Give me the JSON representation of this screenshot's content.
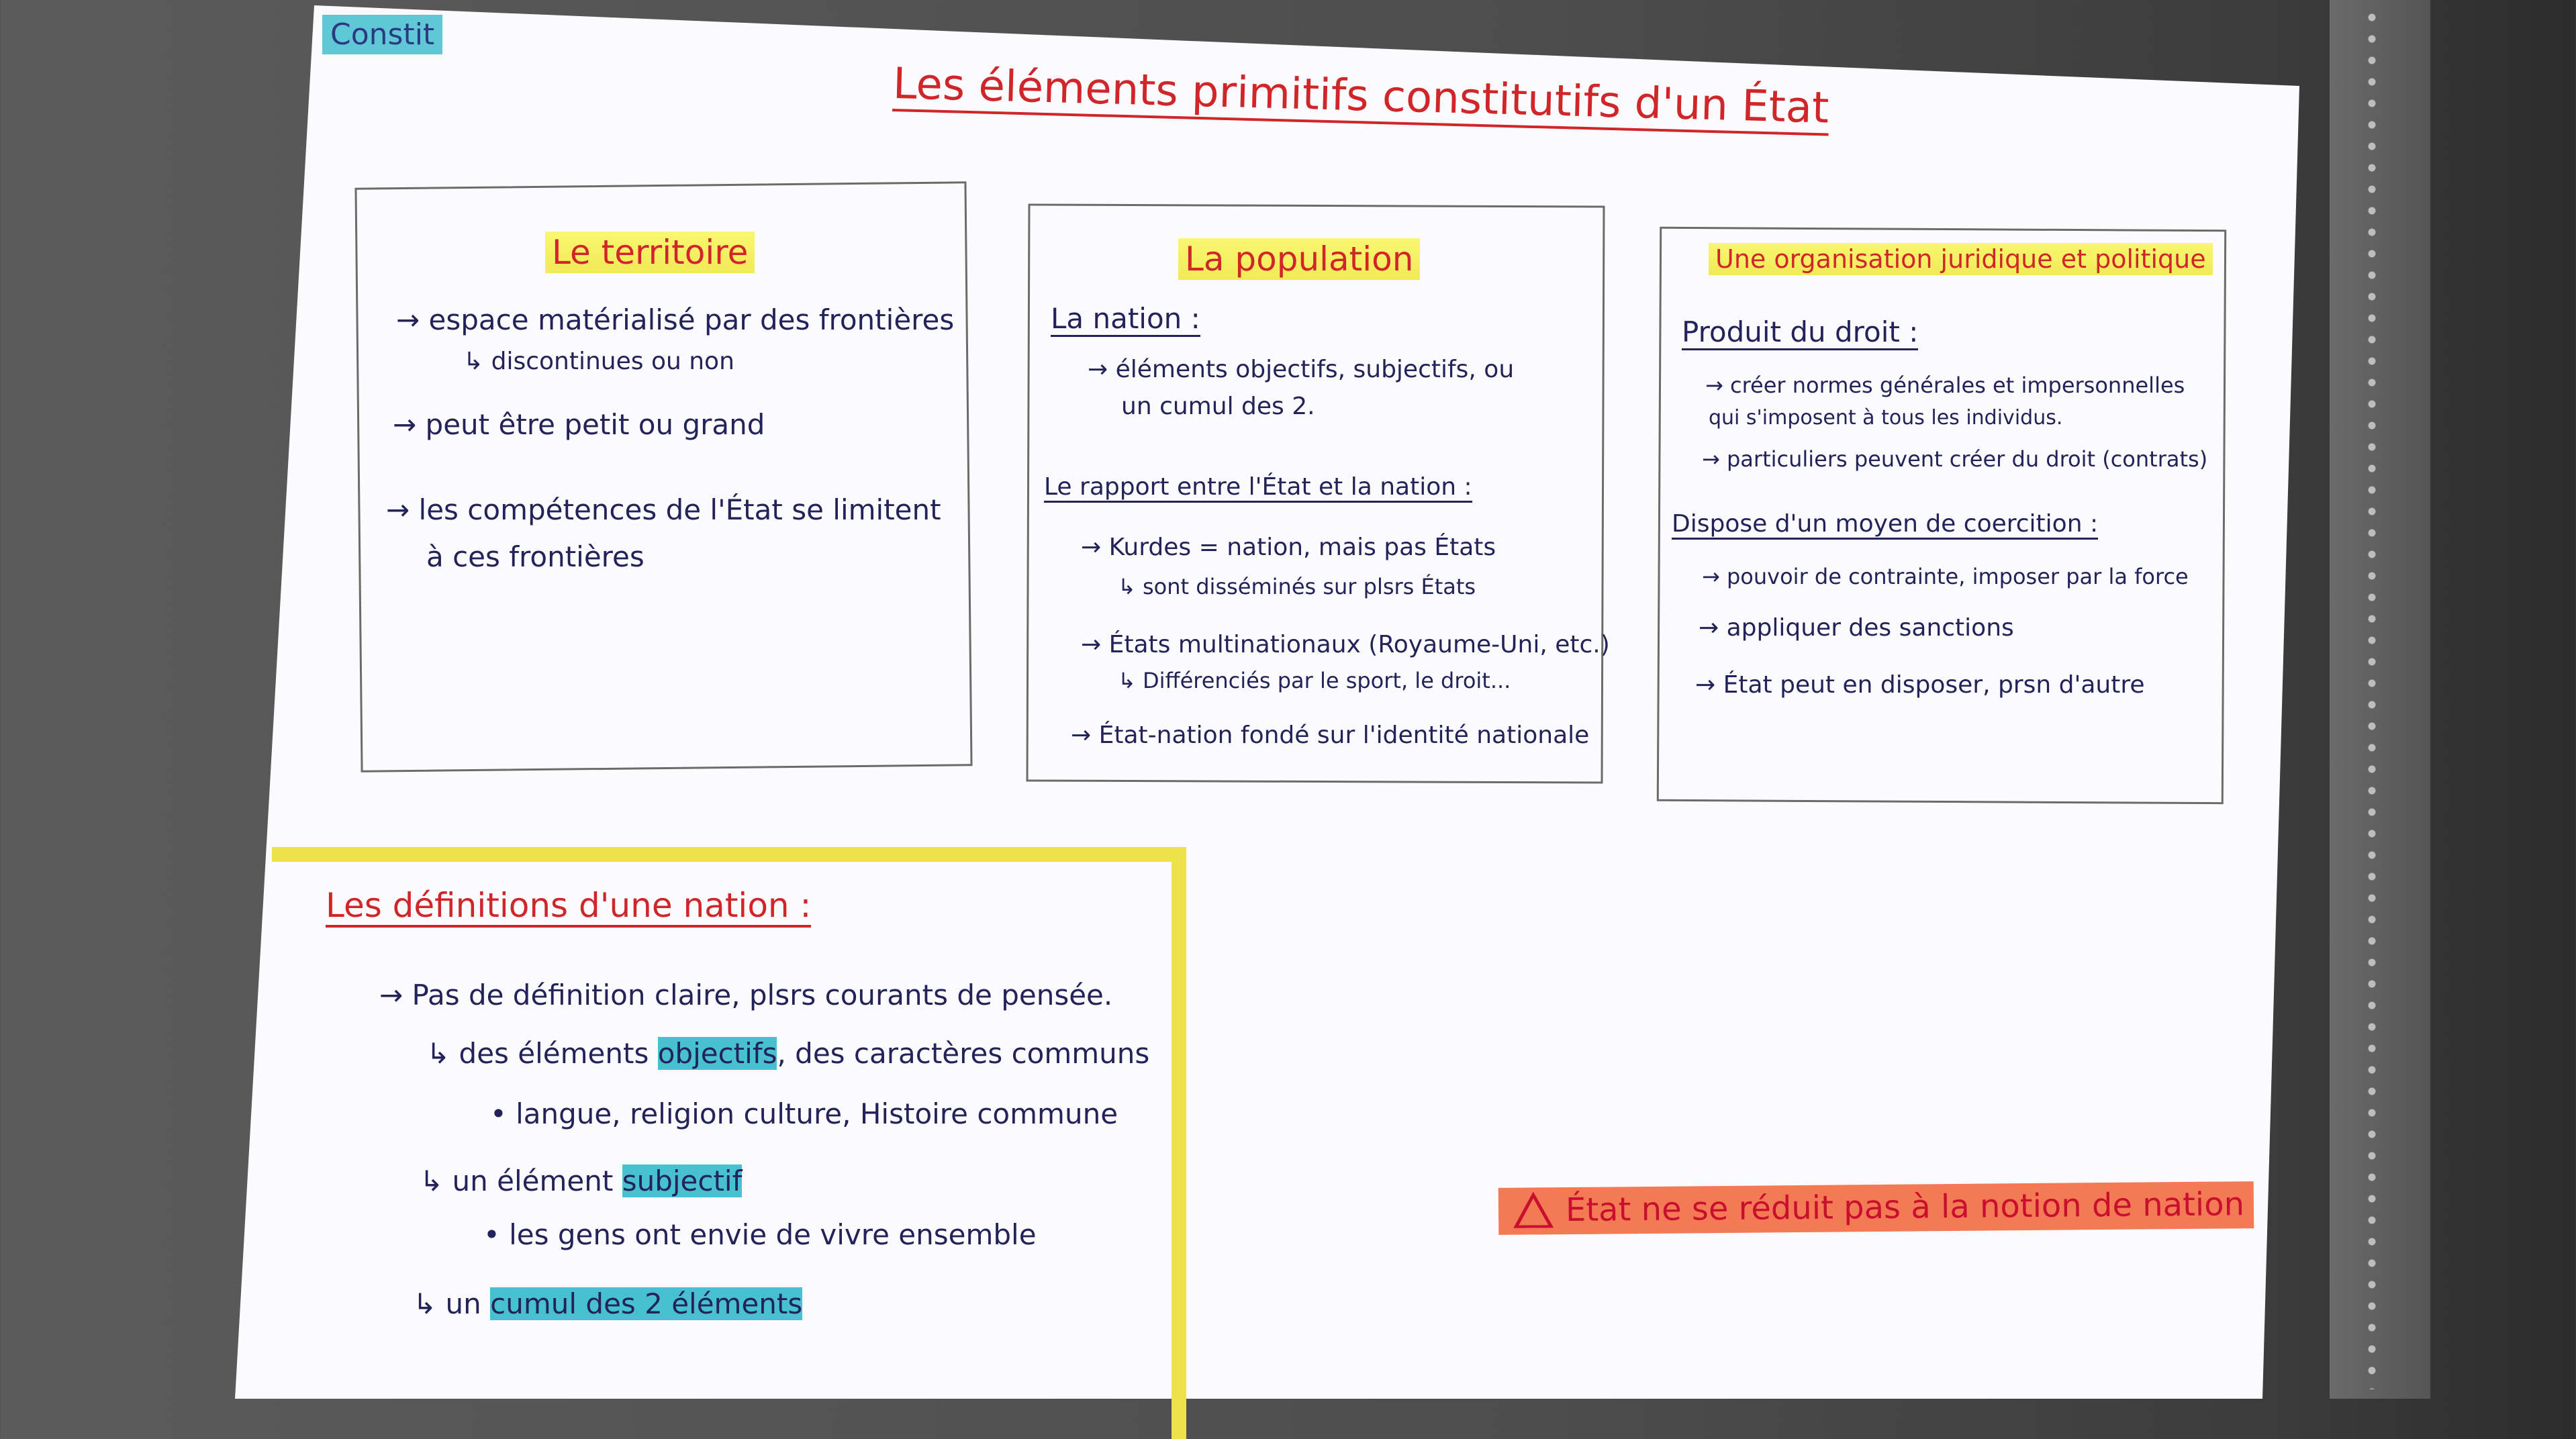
{
  "tag": "Constit",
  "title": "Les éléments primitifs constitutifs d'un État",
  "territoire": {
    "heading": "Le territoire",
    "l1": "→ espace matérialisé par des frontières",
    "l1b": "↳ discontinues ou non",
    "l2": "→ peut être petit ou grand",
    "l3": "→ les compétences de l'État se limitent",
    "l3b": "à ces frontières"
  },
  "population": {
    "heading": "La population",
    "sub1": "La nation :",
    "p1": "→ éléments objectifs, subjectifs, ou",
    "p1b": "un cumul des 2.",
    "sub2": "Le rapport entre l'État et la nation :",
    "p2": "→ Kurdes = nation, mais pas États",
    "p2b": "↳ sont disséminés sur plsrs États",
    "p3": "→ États multinationaux (Royaume-Uni, etc.)",
    "p3b": "↳ Différenciés par le sport, le droit...",
    "p4": "→ État-nation fondé sur l'identité nationale"
  },
  "organisation": {
    "heading": "Une organisation juridique et politique",
    "sub1": "Produit du droit :",
    "o1": "→ créer normes générales et impersonnelles",
    "o1b": "qui s'imposent à tous les individus.",
    "o2": "→ particuliers peuvent créer du droit (contrats)",
    "sub2": "Dispose d'un moyen de coercition :",
    "o3": "→ pouvoir de contrainte, imposer par la force",
    "o4": "→ appliquer des sanctions",
    "o5": "→ État peut en disposer, prsn d'autre"
  },
  "definitions": {
    "heading": "Les définitions d'une nation :",
    "d1": "→ Pas de définition claire, plsrs courants de pensée.",
    "d2_pre": "↳ des éléments",
    "d2_hl": "objectifs",
    "d2_post": ", des caractères communs",
    "d3": "• langue, religion culture, Histoire commune",
    "d4_pre": "↳ un élément",
    "d4_hl": "subjectif",
    "d5": "• les gens ont envie de vivre ensemble",
    "d6_pre": "↳ un",
    "d6_hl": "cumul des 2 éléments"
  },
  "warning": {
    "icon": "warning-icon",
    "text": "État ne se réduit pas à la notion de nation"
  }
}
